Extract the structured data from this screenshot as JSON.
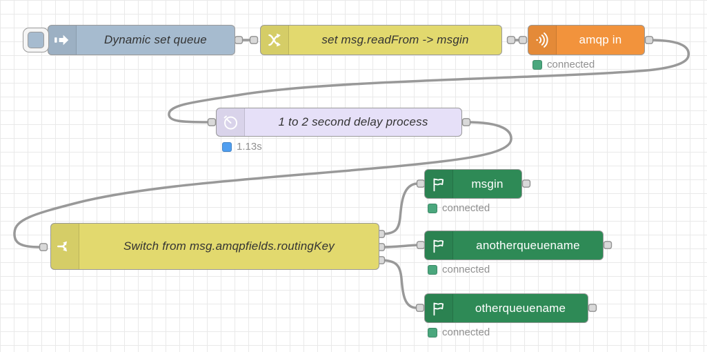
{
  "app": {
    "name": "Node-RED flow canvas"
  },
  "canvas": {
    "background": "#ffffff",
    "grid_color": "#e9e9e9",
    "wire_color": "#999999",
    "port_color": "#d9d9d9"
  },
  "nodes": [
    {
      "id": "inject",
      "type": "inject",
      "label": "Dynamic set queue",
      "italic": true,
      "color": "#a6bbcf",
      "text_color": "#333333",
      "icon": "inject-arrow",
      "has_button": true
    },
    {
      "id": "change",
      "type": "change",
      "label": "set msg.readFrom -> msgin",
      "italic": true,
      "color": "#e2d96e",
      "text_color": "#333333",
      "icon": "shuffle"
    },
    {
      "id": "amqp-in",
      "type": "amqp in",
      "label": "amqp in",
      "italic": false,
      "color": "#f2933c",
      "text_color": "#ffffff",
      "icon": "signal",
      "status": {
        "text": "connected",
        "color": "#4aa77d"
      }
    },
    {
      "id": "delay",
      "type": "delay",
      "label": "1 to 2 second delay process",
      "italic": true,
      "color": "#e6e0f8",
      "text_color": "#333333",
      "icon": "stopwatch",
      "status": {
        "text": "1.13s",
        "color": "#4f9ef0"
      }
    },
    {
      "id": "switch",
      "type": "switch",
      "label": "Switch from msg.amqpfields.routingKey",
      "italic": true,
      "color": "#e2d96e",
      "text_color": "#333333",
      "icon": "fork",
      "outputs": 3
    },
    {
      "id": "out-msgin",
      "type": "amqp out",
      "label": "msgin",
      "italic": false,
      "color": "#2e8a56",
      "text_color": "#ffffff",
      "icon": "flag",
      "status": {
        "text": "connected",
        "color": "#4aa77d"
      }
    },
    {
      "id": "out-another",
      "type": "amqp out",
      "label": "anotherqueuename",
      "italic": false,
      "color": "#2e8a56",
      "text_color": "#ffffff",
      "icon": "flag",
      "status": {
        "text": "connected",
        "color": "#4aa77d"
      }
    },
    {
      "id": "out-other",
      "type": "amqp out",
      "label": "otherqueuename",
      "italic": false,
      "color": "#2e8a56",
      "text_color": "#ffffff",
      "icon": "flag",
      "status": {
        "text": "connected",
        "color": "#4aa77d"
      }
    }
  ],
  "wires": [
    {
      "from": "inject",
      "to": "change"
    },
    {
      "from": "change",
      "to": "amqp-in"
    },
    {
      "from": "amqp-in",
      "to": "delay"
    },
    {
      "from": "delay",
      "to": "switch"
    },
    {
      "from": "switch",
      "from_output": 1,
      "to": "out-msgin"
    },
    {
      "from": "switch",
      "from_output": 2,
      "to": "out-another"
    },
    {
      "from": "switch",
      "from_output": 3,
      "to": "out-other"
    }
  ]
}
